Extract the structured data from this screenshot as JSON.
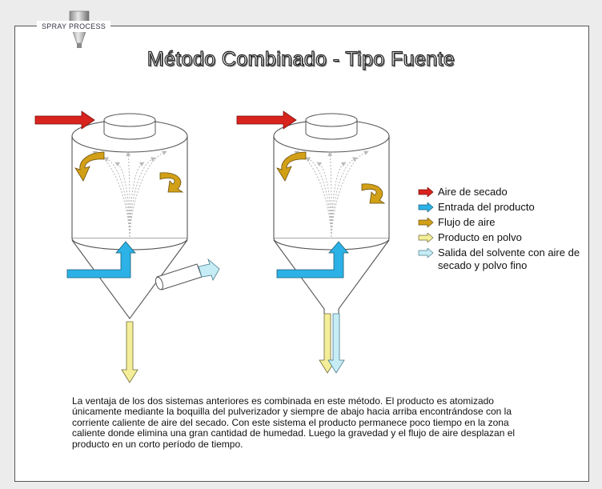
{
  "brand": "SPRAY PROCESS",
  "title": "Método Combinado - Tipo Fuente",
  "colors": {
    "air": "#d8231e",
    "product": "#2cb2e6",
    "airflow": "#d2a017",
    "powder": "#f4ee98",
    "exhaust": "#c6ecf5"
  },
  "legend": [
    {
      "arrow": "air",
      "label": "Aire de secado"
    },
    {
      "arrow": "product",
      "label": "Entrada del producto"
    },
    {
      "arrow": "airflow",
      "label": "Flujo de aire"
    },
    {
      "arrow": "powder",
      "label": "Producto en polvo"
    },
    {
      "arrow": "exhaust",
      "label": "Salida del solvente con aire de secado y polvo fino"
    }
  ],
  "paragraph": "La ventaja de los dos sistemas anteriores es combinada en este método. El producto es atomizado únicamente mediante la boquilla del pulverizador y siempre de abajo hacia arriba encontrándose con la corriente caliente de aire del secado. Con este sistema el producto permanece  poco tiempo en la zona caliente donde elimina una gran cantidad de humedad. Luego la gravedad y el flujo de aire desplazan el producto en un corto período de tiempo."
}
